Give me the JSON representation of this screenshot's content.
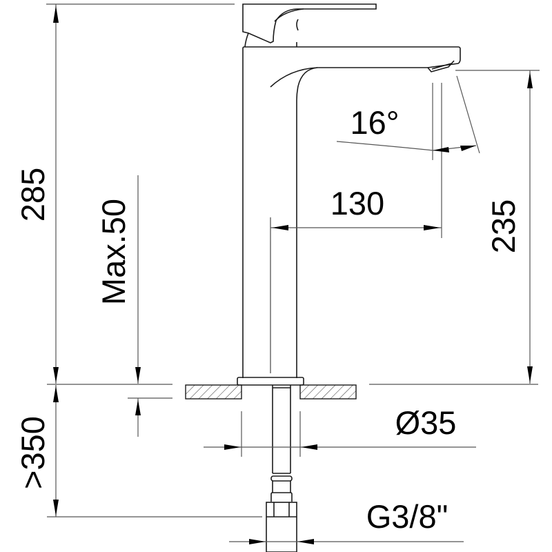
{
  "drawing": {
    "subject": "tall single-lever basin mixer",
    "colors": {
      "line": "#1a1a1a",
      "dimension": "#555555",
      "text": "#000000",
      "background": "#ffffff"
    }
  },
  "dimensions": {
    "total_height": {
      "label": "285",
      "unit": "mm"
    },
    "spout_height": {
      "label": "235",
      "unit": "mm"
    },
    "spout_reach": {
      "label": "130",
      "unit": "mm"
    },
    "spout_angle": {
      "label": "16°"
    },
    "max_deck_thickness": {
      "label": "Max.50"
    },
    "base_diameter": {
      "label": "Ø35"
    },
    "hose_length": {
      "label": ">350"
    },
    "connection_thread": {
      "label": "G3/8\""
    }
  }
}
